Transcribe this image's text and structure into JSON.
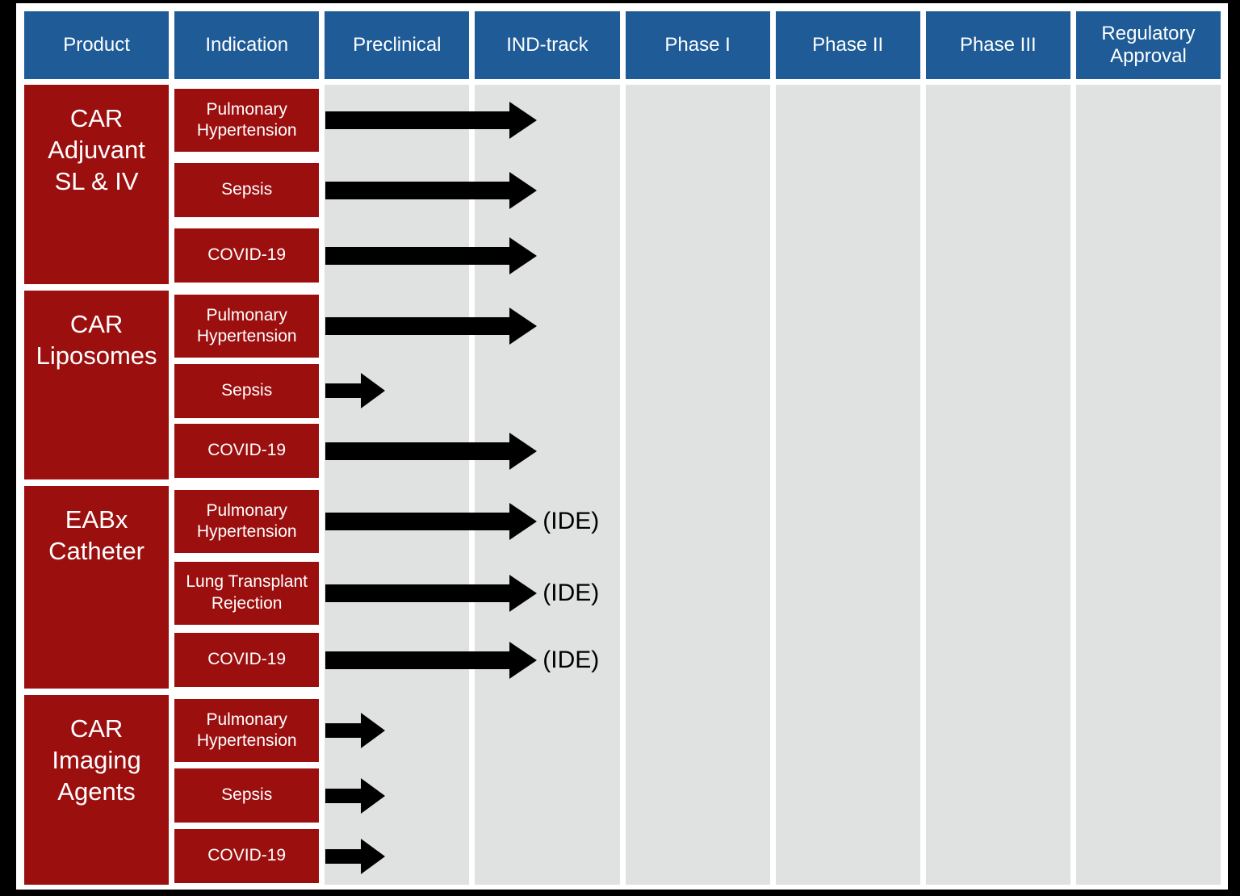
{
  "colors": {
    "frame": "#000000",
    "canvas": "#FFFFFF",
    "header_bg": "#1E5B97",
    "product_bg": "#9C0F0F",
    "track_bg": "#E0E1E1",
    "arrow": "#000000",
    "note_text": "#000000",
    "header_text": "#FFFFFF",
    "box_text": "#FFFFFF"
  },
  "header": {
    "columns": [
      "Product",
      "Indication",
      "Preclinical",
      "IND-track",
      "Phase I",
      "Phase II",
      "Phase III",
      "Regulatory Approval"
    ]
  },
  "products": [
    {
      "name": "CAR\nAdjuvant\nSL & IV",
      "indications": [
        {
          "label": "Pulmonary\nHypertension",
          "progress": "long",
          "note": ""
        },
        {
          "label": "Sepsis",
          "progress": "long",
          "note": ""
        },
        {
          "label": "COVID-19",
          "progress": "long",
          "note": ""
        }
      ]
    },
    {
      "name": "CAR\nLiposomes",
      "indications": [
        {
          "label": "Pulmonary\nHypertension",
          "progress": "long",
          "note": ""
        },
        {
          "label": "Sepsis",
          "progress": "short",
          "note": ""
        },
        {
          "label": "COVID-19",
          "progress": "long",
          "note": ""
        }
      ]
    },
    {
      "name": "EABx\nCatheter",
      "indications": [
        {
          "label": "Pulmonary\nHypertension",
          "progress": "long",
          "note": "(IDE)"
        },
        {
          "label": "Lung Transplant\nRejection",
          "progress": "long",
          "note": "(IDE)"
        },
        {
          "label": "COVID-19",
          "progress": "long",
          "note": "(IDE)"
        }
      ]
    },
    {
      "name": "CAR\nImaging\nAgents",
      "indications": [
        {
          "label": "Pulmonary\nHypertension",
          "progress": "short",
          "note": ""
        },
        {
          "label": "Sepsis",
          "progress": "short",
          "note": ""
        },
        {
          "label": "COVID-19",
          "progress": "short",
          "note": ""
        }
      ]
    }
  ]
}
